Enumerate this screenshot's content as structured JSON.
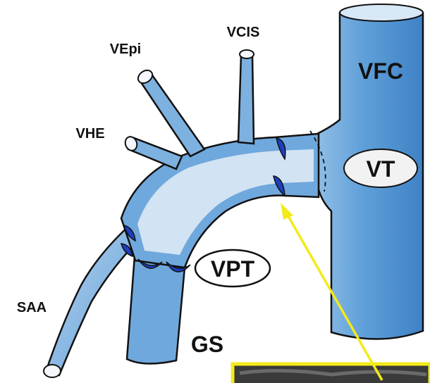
{
  "labels": {
    "vcis": "VCIS",
    "vepi": "VEpi",
    "vhe": "VHE",
    "vfc": "VFC",
    "vt": "VT",
    "vpt": "VPT",
    "saa": "SAA",
    "gs": "GS"
  },
  "colors": {
    "vessel_fill": "#6fa8dc",
    "vessel_light": "#c9dff2",
    "vessel_dark": "#2f6fb8",
    "valve": "#1f3fbf",
    "outline": "#111111",
    "arrow": "#f3ea1a",
    "inset_border": "#f3ea1a",
    "inset_fill": "#3a3a3a"
  }
}
